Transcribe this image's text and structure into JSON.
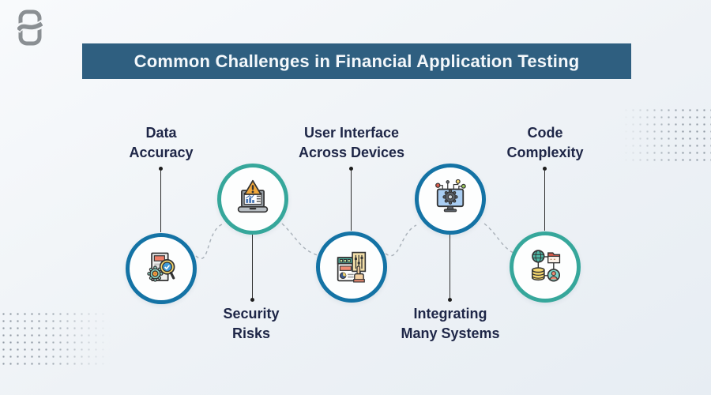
{
  "title": {
    "text": "Common Challenges in Financial Application Testing"
  },
  "logo": {
    "name": "brand-logo"
  },
  "colors": {
    "banner_bg": "#2f5f80",
    "banner_text": "#f4f8fb",
    "ring_blue": "#1473a5",
    "ring_teal": "#36a79b",
    "label_text": "#1e2647",
    "connector_line": "#2e2e2e",
    "dashed_curve": "#a9b1b9",
    "background": "#eef2f6"
  },
  "items": [
    {
      "label_line1": "Data",
      "label_line2": "Accuracy",
      "label_position": "above",
      "ring_color": "#1473a5",
      "icon": "report-magnifier-gear-icon"
    },
    {
      "label_line1": "Security",
      "label_line2": "Risks",
      "label_position": "below",
      "ring_color": "#36a79b",
      "icon": "laptop-warning-icon"
    },
    {
      "label_line1": "User Interface",
      "label_line2": "Across Devices",
      "label_position": "above",
      "ring_color": "#1473a5",
      "icon": "browser-test-controls-icon"
    },
    {
      "label_line1": "Integrating",
      "label_line2": "Many Systems",
      "label_position": "below",
      "ring_color": "#1473a5",
      "icon": "monitor-gear-integration-icon"
    },
    {
      "label_line1": "Code",
      "label_line2": "Complexity",
      "label_position": "above",
      "ring_color": "#36a79b",
      "icon": "data-network-icon"
    }
  ]
}
